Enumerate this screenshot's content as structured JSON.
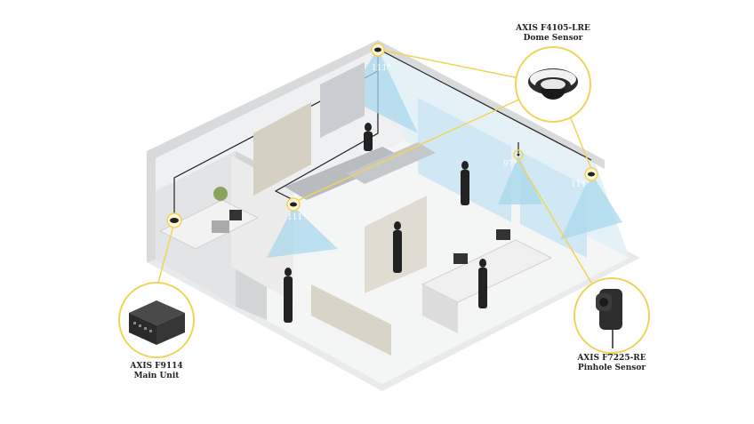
{
  "diagram": {
    "description": "Isometric retail store with AXIS sensors and fields of view",
    "accent_color": "#f2d35a",
    "fov_color": "#a9d8ec",
    "devices": [
      {
        "id": "dome",
        "name": "AXIS F4105-LRE",
        "type": "Dome Sensor"
      },
      {
        "id": "main",
        "name": "AXIS F9114",
        "type": "Main Unit"
      },
      {
        "id": "pinhole",
        "name": "AXIS F7225-RE",
        "type": "Pinhole Sensor"
      }
    ],
    "fov_angles": [
      {
        "label": "111°"
      },
      {
        "label": "97°"
      },
      {
        "label": "111°"
      },
      {
        "label": "111°"
      }
    ]
  }
}
